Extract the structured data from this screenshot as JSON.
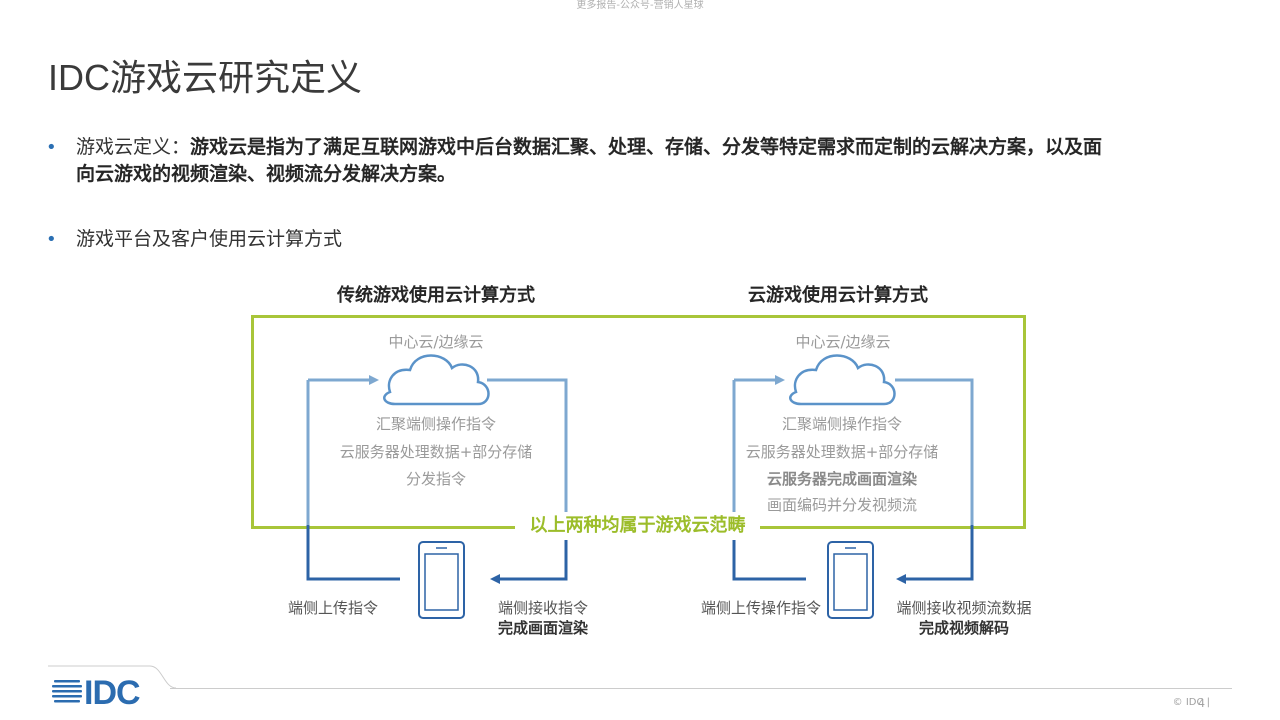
{
  "watermark": "更多报告-公众号-营销人星球",
  "title": {
    "latin": "IDC",
    "cjk": "游戏云研究定义"
  },
  "bullet1": {
    "prefix": "游戏云定义：",
    "bold_line1": "游戏云是指为了满足互联网游戏中后台数据汇聚、处理、存储、分发等特定需求而定制的云解决方案，以及面",
    "bold_line2": "向云游戏的视频渲染、视频流分发解决方案。"
  },
  "bullet2": {
    "text": "游戏平台及客户使用云计算方式"
  },
  "diagram": {
    "left": {
      "heading": "传统游戏使用云计算方式",
      "cloud_label": "中心云/边缘云",
      "steps": [
        "汇聚端侧操作指令",
        "云服务器处理数据+部分存储",
        "分发指令"
      ],
      "device_left_label": "端侧上传指令",
      "device_right_label": "端侧接收指令",
      "device_right_label_bold": "完成画面渲染"
    },
    "right": {
      "heading": "云游戏使用云计算方式",
      "cloud_label": "中心云/边缘云",
      "steps": [
        "汇聚端侧操作指令",
        "云服务器处理数据+部分存储"
      ],
      "step_bold": "云服务器完成画面渲染",
      "step_last": "画面编码并分发视频流",
      "device_left_label": "端侧上传操作指令",
      "device_right_label": "端侧接收视频流数据",
      "device_right_label_bold": "完成视频解码"
    },
    "scope_label": "以上两种均属于游戏云范畴"
  },
  "footer": {
    "copyright": "© IDC |",
    "page": "4",
    "logo": "IDC"
  },
  "colors": {
    "accent_blue": "#2a6fb3",
    "arrow_light": "#7ea8d0",
    "arrow_dark": "#2d63a6",
    "green": "#a8c539"
  }
}
